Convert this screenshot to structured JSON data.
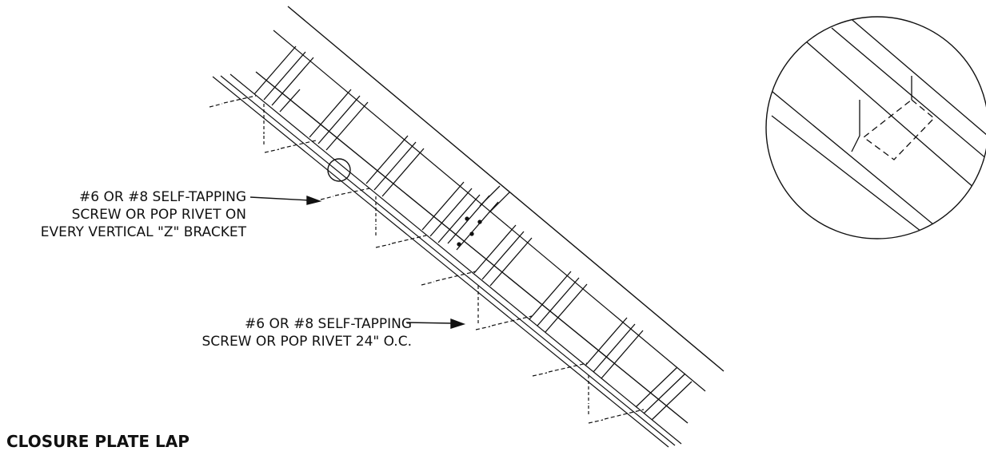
{
  "drawing": {
    "title": "CLOSURE PLATE LAP",
    "line_color": "#111111",
    "background": "#ffffff"
  },
  "callouts": [
    {
      "lines": [
        "#6 OR #8 SELF-TAPPING",
        "SCREW OR POP RIVET ON",
        "EVERY VERTICAL \"Z\" BRACKET"
      ]
    },
    {
      "lines": [
        "#6 OR #8 SELF-TAPPING",
        "SCREW OR POP RIVET 24\" O.C."
      ]
    }
  ],
  "detail": {
    "shape": "circle",
    "depicts": "enlarged view of closure plate lap"
  }
}
